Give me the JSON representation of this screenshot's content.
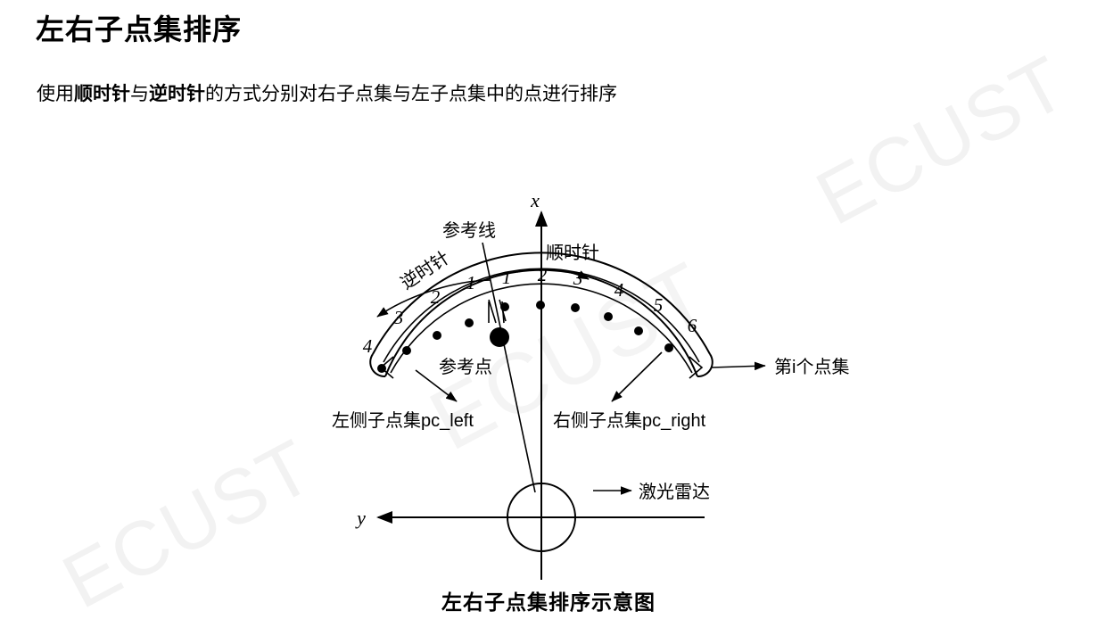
{
  "header": {
    "title": "左右子点集排序",
    "subtitle_parts": [
      {
        "text": "使用",
        "bold": false
      },
      {
        "text": "顺时针",
        "bold": true
      },
      {
        "text": "与",
        "bold": false
      },
      {
        "text": "逆时针",
        "bold": true
      },
      {
        "text": "的方式分别对右子点集与左子点集中的点进行排序",
        "bold": false
      }
    ],
    "subtitle_plain": "使用顺时针与逆时针的方式分别对右子点集与左子点集中的点进行排序"
  },
  "watermarks": [
    {
      "text": "ECUST"
    },
    {
      "text": "ECUST"
    },
    {
      "text": "ECUST"
    }
  ],
  "figure": {
    "caption": "左右子点集排序示意图",
    "axis": {
      "x_label": "x",
      "y_label": "y"
    },
    "labels": {
      "reference_line": "参考线",
      "reference_point": "参考点",
      "clockwise": "顺时针",
      "counterclockwise": "逆时针",
      "left_subset": "左侧子点集pc_left",
      "right_subset": "右侧子点集pc_right",
      "ith_pointset": "第i个点集",
      "lidar": "激光雷达"
    },
    "left_indices": [
      "1",
      "2",
      "3",
      "4"
    ],
    "right_indices": [
      "1",
      "2",
      "3",
      "4",
      "5",
      "6"
    ],
    "left_point_count": 4,
    "right_point_count": 6
  },
  "colors": {
    "ink": "#000000",
    "background": "#ffffff",
    "watermark": "#f2f2f2"
  }
}
